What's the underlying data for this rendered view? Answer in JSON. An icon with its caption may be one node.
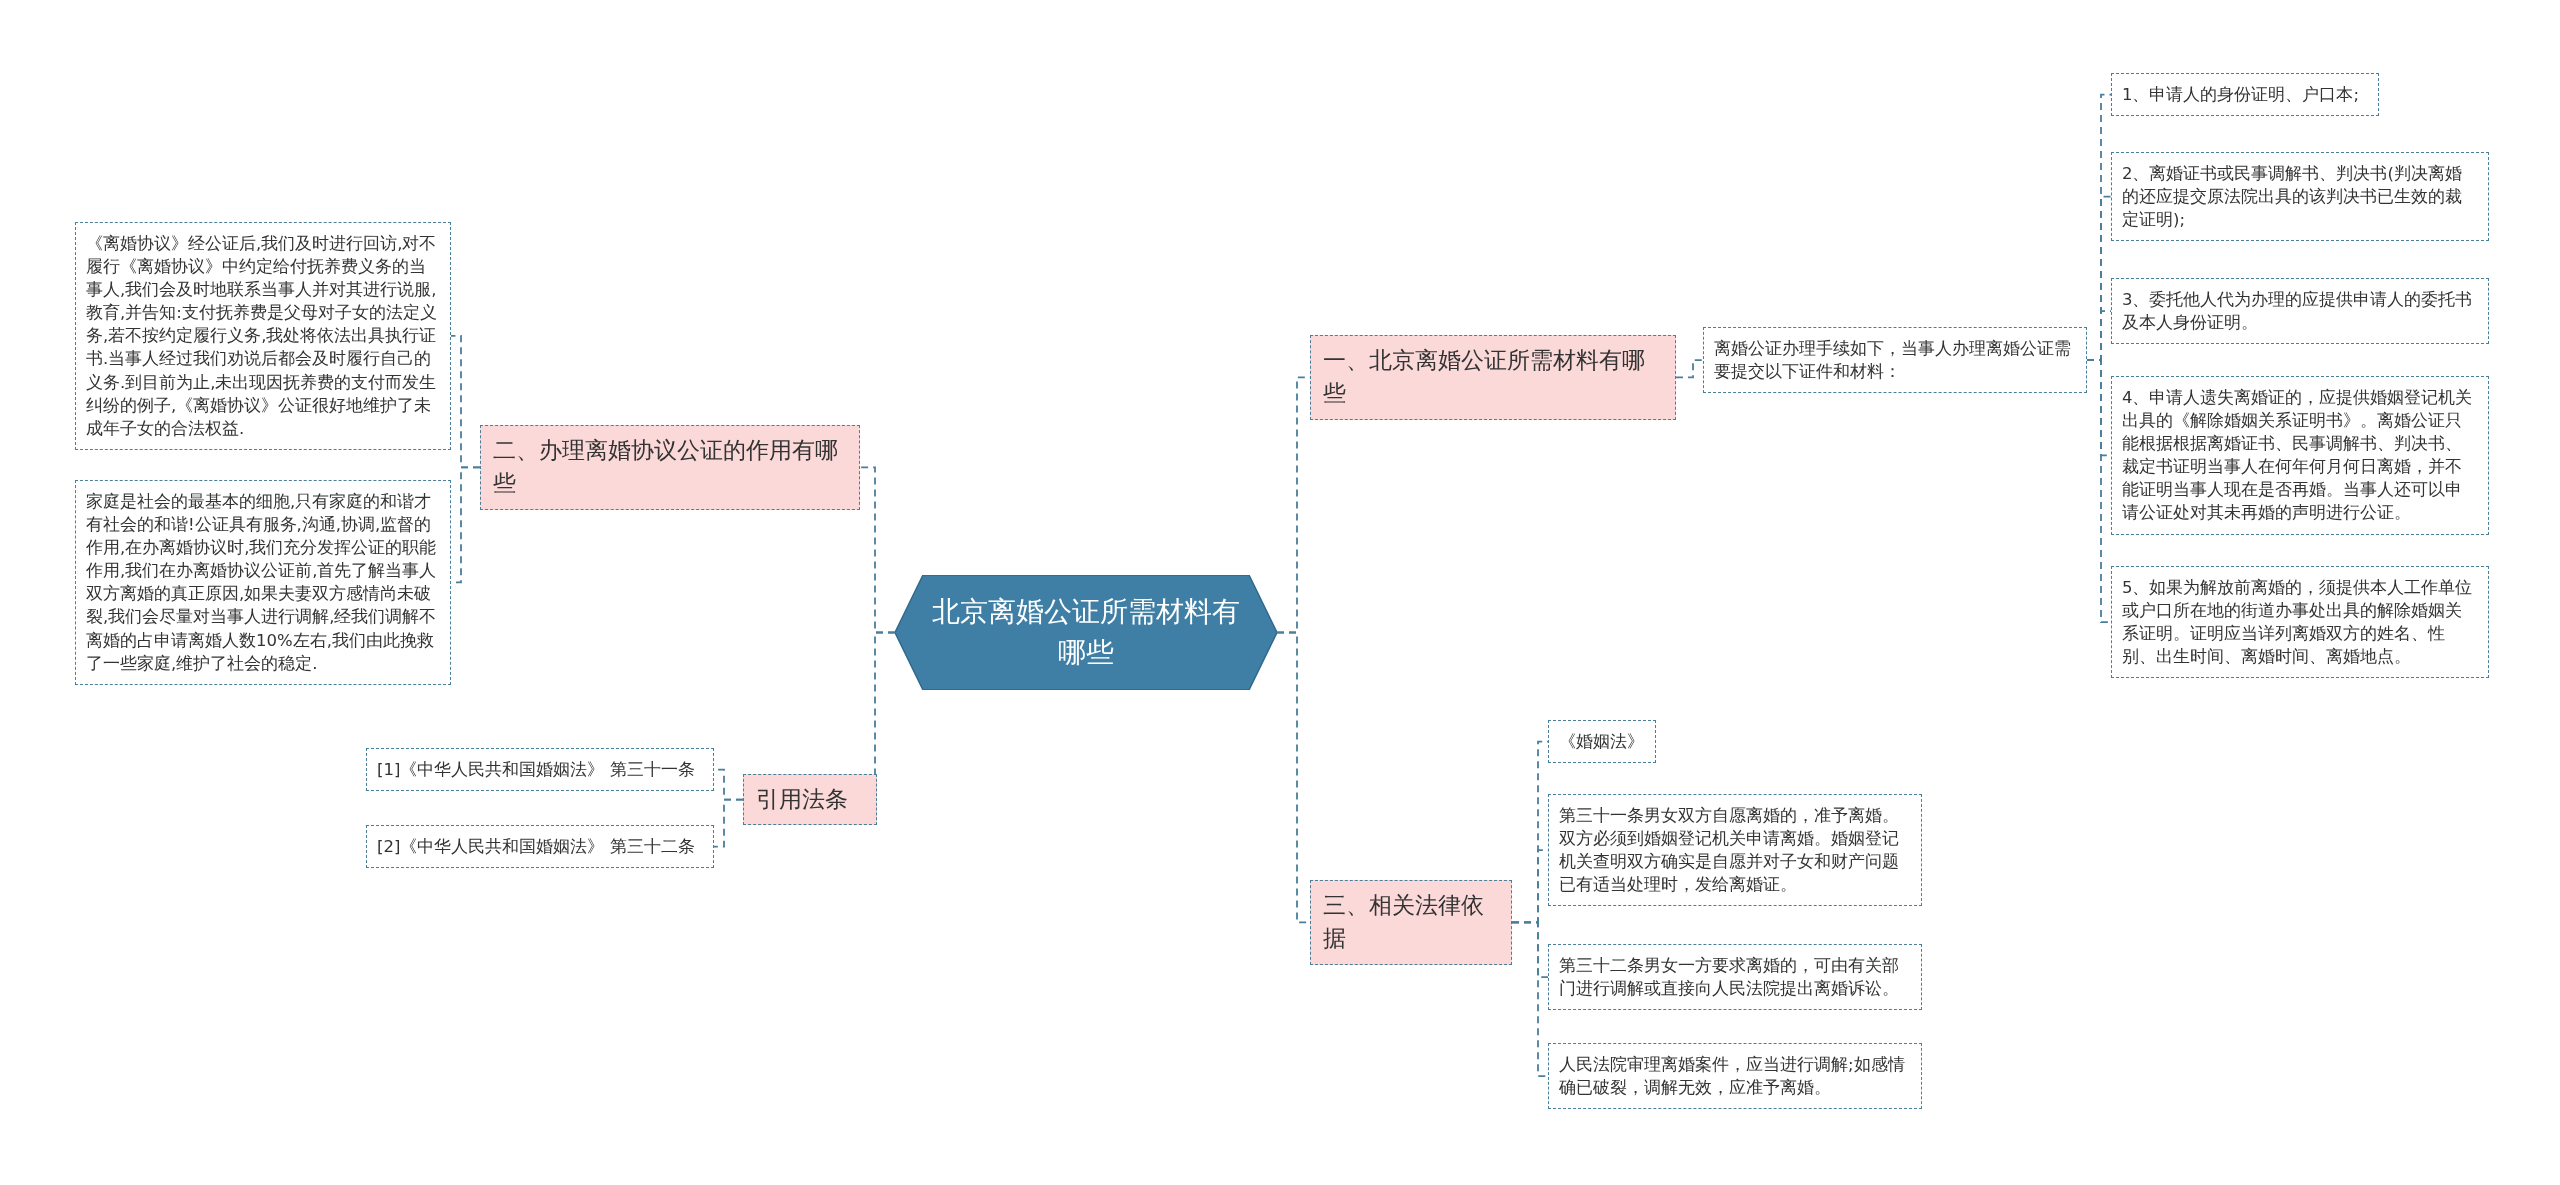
{
  "diagram": {
    "nodes": [
      {
        "text": [
          "北京离婚公证所需材料有哪些"
        ]
      },
      {
        "text": [
          "一、北京离婚公证所需材料有哪些"
        ]
      },
      {
        "text": [
          "离婚公证办理手续如下，当事人办理离婚公证需要提交以下证件和材料："
        ]
      },
      {
        "text": [
          "1、申请人的身份证明、户口本;"
        ]
      },
      {
        "text": [
          "2、离婚证书或民事调解书、判决书(判决离婚的还应提交原法院出具的该判决书已生效的裁定证明);"
        ]
      },
      {
        "text": [
          "3、委托他人代为办理的应提供申请人的委托书及本人身份证明。"
        ]
      },
      {
        "text": [
          "4、申请人遗失离婚证的，应提供婚姻登记机关出具的《解除婚姻关系证明书》。离婚公证只能根据根据离婚证书、民事调解书、判决书、裁定书证明当事人在何年何月何日离婚，并不能证明当事人现在是否再婚。当事人还可以申请公证处对其未再婚的声明进行公证。"
        ]
      },
      {
        "text": [
          "5、如果为解放前离婚的，须提供本人工作单位或户口所在地的街道办事处出具的解除婚姻关系证明。证明应当详列离婚双方的姓名、性别、出生时间、离婚时间、离婚地点。"
        ]
      },
      {
        "text": [
          "二、办理离婚协议公证的作用有哪些"
        ]
      },
      {
        "text": [
          "《离婚协议》经公证后,我们及时进行回访,对不履行《离婚协议》中约定给付抚养费义务的当事人,我们会及时地联系当事人并对其进行说服,教育,并告知:支付抚养费是父母对子女的法定义务,若不按约定履行义务,我处将依法出具执行证书.当事人经过我们劝说后都会及时履行自己的义务.到目前为止,未出现因抚养费的支付而发生纠纷的例子,《离婚协议》公证很好地维护了未成年子女的合法权益."
        ]
      },
      {
        "text": [
          "家庭是社会的最基本的细胞,只有家庭的和谐才有社会的和谐!公证具有服务,沟通,协调,监督的作用,在办离婚协议时,我们充分发挥公证的职能作用,我们在办离婚协议公证前,首先了解当事人双方离婚的真正原因,如果夫妻双方感情尚未破裂,我们会尽量对当事人进行调解,经我们调解不离婚的占申请离婚人数10%左右,我们由此挽救了一些家庭,维护了社会的稳定."
        ]
      },
      {
        "text": [
          "引用法条"
        ]
      },
      {
        "text": [
          "[1]《中华人民共和国婚姻法》 第三十一条"
        ]
      },
      {
        "text": [
          "[2]《中华人民共和国婚姻法》 第三十二条"
        ]
      },
      {
        "text": [
          "三、相关法律依据"
        ]
      },
      {
        "text": [
          "《婚姻法》"
        ]
      },
      {
        "text": [
          "第三十一条男女双方自愿离婚的，准予离婚。双方必须到婚姻登记机关申请离婚。婚姻登记机关查明双方确实是自愿并对子女和财产问题已有适当处理时，发给离婚证。"
        ]
      },
      {
        "text": [
          "第三十二条男女一方要求离婚的，可由有关部门进行调解或直接向人民法院提出离婚诉讼。"
        ]
      },
      {
        "text": [
          "人民法院审理离婚案件，应当进行调解;如感情确已破裂，调解无效，应准予离婚。"
        ]
      }
    ],
    "edges": [
      {
        "from": 0,
        "to": 1,
        "arrow": "none",
        "style": "dashed"
      },
      {
        "from": 1,
        "to": 2,
        "arrow": "none",
        "style": "dashed"
      },
      {
        "from": 2,
        "to": 3,
        "arrow": "none",
        "style": "dashed"
      },
      {
        "from": 2,
        "to": 4,
        "arrow": "none",
        "style": "dashed"
      },
      {
        "from": 2,
        "to": 5,
        "arrow": "none",
        "style": "dashed"
      },
      {
        "from": 2,
        "to": 6,
        "arrow": "none",
        "style": "dashed"
      },
      {
        "from": 2,
        "to": 7,
        "arrow": "none",
        "style": "dashed"
      },
      {
        "from": 0,
        "to": 8,
        "arrow": "none",
        "style": "dashed"
      },
      {
        "from": 8,
        "to": 9,
        "arrow": "none",
        "style": "dashed"
      },
      {
        "from": 8,
        "to": 10,
        "arrow": "none",
        "style": "dashed"
      },
      {
        "from": 0,
        "to": 11,
        "arrow": "none",
        "style": "dashed"
      },
      {
        "from": 11,
        "to": 12,
        "arrow": "none",
        "style": "dashed"
      },
      {
        "from": 11,
        "to": 13,
        "arrow": "none",
        "style": "dashed"
      },
      {
        "from": 0,
        "to": 14,
        "arrow": "none",
        "style": "dashed"
      },
      {
        "from": 14,
        "to": 15,
        "arrow": "none",
        "style": "dashed"
      },
      {
        "from": 14,
        "to": 16,
        "arrow": "none",
        "style": "dashed"
      },
      {
        "from": 14,
        "to": 17,
        "arrow": "none",
        "style": "dashed"
      },
      {
        "from": 14,
        "to": 18,
        "arrow": "none",
        "style": "dashed"
      }
    ]
  }
}
